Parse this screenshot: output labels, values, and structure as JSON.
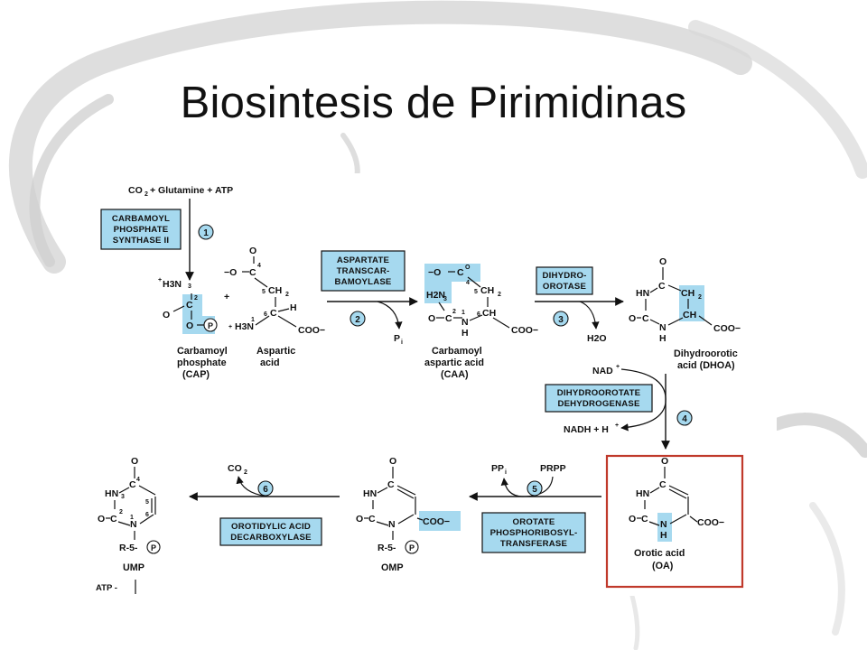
{
  "title": "Biosintesis de Pirimidinas",
  "inputs": {
    "co2": "CO",
    "rest": " + Glutamine + ATP"
  },
  "sub": {
    "two": "2",
    "plus": "+",
    "i": "i"
  },
  "symbols": {
    "plus": "+"
  },
  "steps": [
    "1",
    "2",
    "3",
    "4",
    "5",
    "6"
  ],
  "enzymes": [
    {
      "line1": "CARBAMOYL",
      "line2": "PHOSPHATE",
      "line3": "SYNTHASE II"
    },
    {
      "line1": "ASPARTATE",
      "line2": "TRANSCAR-",
      "line3": "BAMOYLASE"
    },
    {
      "line1": "DIHYDRO-",
      "line2": "OROTASE"
    },
    {
      "line1": "DIHYDROOROTATE",
      "line2": "DEHYDROGENASE"
    },
    {
      "line1": "OROTATE",
      "line2": "PHOSPHORIBOSYL-",
      "line3": "TRANSFERASE"
    },
    {
      "line1": "OROTIDYLIC ACID",
      "line2": "DECARBOXYLASE"
    }
  ],
  "molecules": {
    "cap": [
      "Carbamoyl",
      "phosphate",
      "(CAP)"
    ],
    "asp": [
      "Aspartic",
      "acid"
    ],
    "caa": [
      "Carbamoyl",
      "aspartic acid",
      "(CAA)"
    ],
    "dhoa": [
      "Dihydroorotic",
      "acid (DHOA)"
    ],
    "oa": [
      "Orotic acid",
      "(OA)"
    ],
    "omp": "OMP",
    "ump": "UMP"
  },
  "cap": {
    "h3n": "H3N",
    "n3": "3",
    "c": "C",
    "c2": "2",
    "o": "O",
    "p": "P"
  },
  "asp": {
    "o_minus": "−O",
    "c": "C",
    "c4": "4",
    "o": "O",
    "n5": "5",
    "ch2": "CH",
    "n6": "6",
    "h": "H",
    "h3n": "H3N",
    "n1": "1",
    "coo": "COO−"
  },
  "caa": {
    "o_minus": "−O",
    "c": "C",
    "o": "O",
    "c4": "4",
    "n5": "5",
    "ch2": "CH",
    "h2n": "H2N",
    "n3": "3",
    "n6": "6",
    "ch": "CH",
    "c2": "2",
    "n1": "1",
    "n": "N",
    "h": "H",
    "coo": "COO−"
  },
  "dhoa": {
    "o": "O",
    "c": "C",
    "hn": "HN",
    "ch2": "CH",
    "ch": "CH",
    "n": "N",
    "h": "H",
    "coo": "COO−"
  },
  "oa": {
    "o": "O",
    "c": "C",
    "hn": "HN",
    "n": "N",
    "h": "H",
    "coo": "COO−"
  },
  "omp": {
    "o": "O",
    "c": "C",
    "hn": "HN",
    "n": "N",
    "coo": "COO−",
    "r5": "R-5-",
    "p": "P"
  },
  "ump": {
    "o": "O",
    "c": "C",
    "c4": "4",
    "hn": "HN",
    "n3": "3",
    "n5": "5",
    "n6": "6",
    "c2": "2",
    "n1": "1",
    "n": "N",
    "r5": "R-5-",
    "p": "P"
  },
  "byproducts": {
    "pi": "P",
    "h2o": "H2O",
    "ppi": "PP",
    "co2": "CO"
  },
  "cofactors": {
    "nad": "NAD",
    "nadh": "NADH + H",
    "prpp": "PRPP"
  },
  "footer": {
    "atp": "ATP -"
  }
}
